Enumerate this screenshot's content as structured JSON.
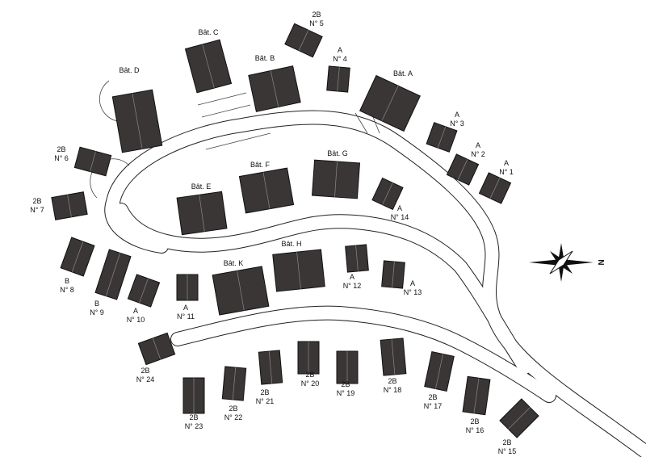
{
  "title": "Plan de masse",
  "buildings": [
    {
      "id": "A",
      "label": "Bât. A"
    },
    {
      "id": "B",
      "label": "Bât. B"
    },
    {
      "id": "C",
      "label": "Bât. C"
    },
    {
      "id": "D",
      "label": "Bât. D"
    },
    {
      "id": "E",
      "label": "Bât. E"
    },
    {
      "id": "F",
      "label": "Bât. F"
    },
    {
      "id": "G",
      "label": "Bât. G"
    },
    {
      "id": "H",
      "label": "Bât. H"
    },
    {
      "id": "K",
      "label": "Bât. K"
    }
  ],
  "houses": [
    {
      "type": "A",
      "number": "N° 1"
    },
    {
      "type": "A",
      "number": "N° 2"
    },
    {
      "type": "A",
      "number": "N° 3"
    },
    {
      "type": "A",
      "number": "N° 4"
    },
    {
      "type": "2B",
      "number": "N° 5"
    },
    {
      "type": "2B",
      "number": "N° 6"
    },
    {
      "type": "2B",
      "number": "N° 7"
    },
    {
      "type": "B",
      "number": "N° 8"
    },
    {
      "type": "B",
      "number": "N° 9"
    },
    {
      "type": "A",
      "number": "N° 10"
    },
    {
      "type": "A",
      "number": "N° 11"
    },
    {
      "type": "A",
      "number": "N° 12"
    },
    {
      "type": "A",
      "number": "N° 13"
    },
    {
      "type": "A",
      "number": "N° 14"
    },
    {
      "type": "2B",
      "number": "N° 15"
    },
    {
      "type": "2B",
      "number": "N° 16"
    },
    {
      "type": "2B",
      "number": "N° 17"
    },
    {
      "type": "2B",
      "number": "N° 18"
    },
    {
      "type": "2B",
      "number": "N° 19"
    },
    {
      "type": "2B",
      "number": "N° 20"
    },
    {
      "type": "2B",
      "number": "N° 21"
    },
    {
      "type": "2B",
      "number": "N° 22"
    },
    {
      "type": "2B",
      "number": "N° 23"
    },
    {
      "type": "2B",
      "number": "N° 24"
    }
  ],
  "compass": {
    "north_label": "N"
  },
  "colors": {
    "roof": "#3a3636",
    "line": "#222222"
  }
}
